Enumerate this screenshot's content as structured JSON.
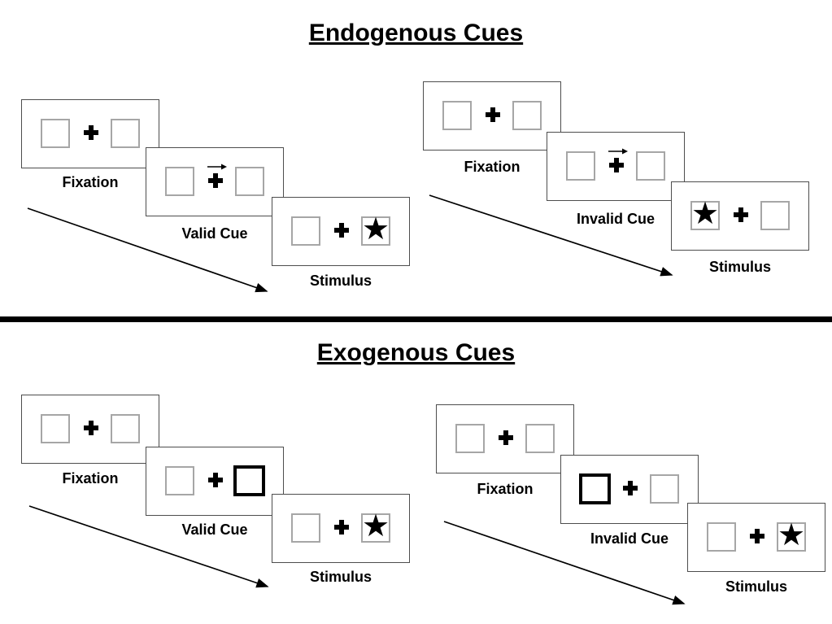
{
  "sections": [
    {
      "title": "Endogenous Cues",
      "panels": [
        {
          "name": "valid-trial",
          "cards": [
            {
              "label": "Fixation",
              "cue": "none",
              "target": "none"
            },
            {
              "label": "Valid Cue",
              "cue": "arrow-right",
              "target": "none"
            },
            {
              "label": "Stimulus",
              "cue": "none",
              "target": "right"
            }
          ]
        },
        {
          "name": "invalid-trial",
          "cards": [
            {
              "label": "Fixation",
              "cue": "none",
              "target": "none"
            },
            {
              "label": "Invalid Cue",
              "cue": "arrow-right",
              "target": "none"
            },
            {
              "label": "Stimulus",
              "cue": "none",
              "target": "left"
            }
          ]
        }
      ]
    },
    {
      "title": "Exogenous Cues",
      "panels": [
        {
          "name": "valid-trial",
          "cards": [
            {
              "label": "Fixation",
              "cue": "none",
              "target": "none"
            },
            {
              "label": "Valid Cue",
              "cue": "thick-box-right",
              "target": "none"
            },
            {
              "label": "Stimulus",
              "cue": "none",
              "target": "right"
            }
          ]
        },
        {
          "name": "invalid-trial",
          "cards": [
            {
              "label": "Fixation",
              "cue": "none",
              "target": "none"
            },
            {
              "label": "Invalid Cue",
              "cue": "thick-box-left",
              "target": "none"
            },
            {
              "label": "Stimulus",
              "cue": "none",
              "target": "right"
            }
          ]
        }
      ]
    }
  ],
  "glyphs": {
    "star": "★"
  },
  "colors": {
    "ink": "#000000",
    "card_border": "#4d4d4d",
    "placeholder_border": "#a6a6a6",
    "background": "#ffffff"
  }
}
